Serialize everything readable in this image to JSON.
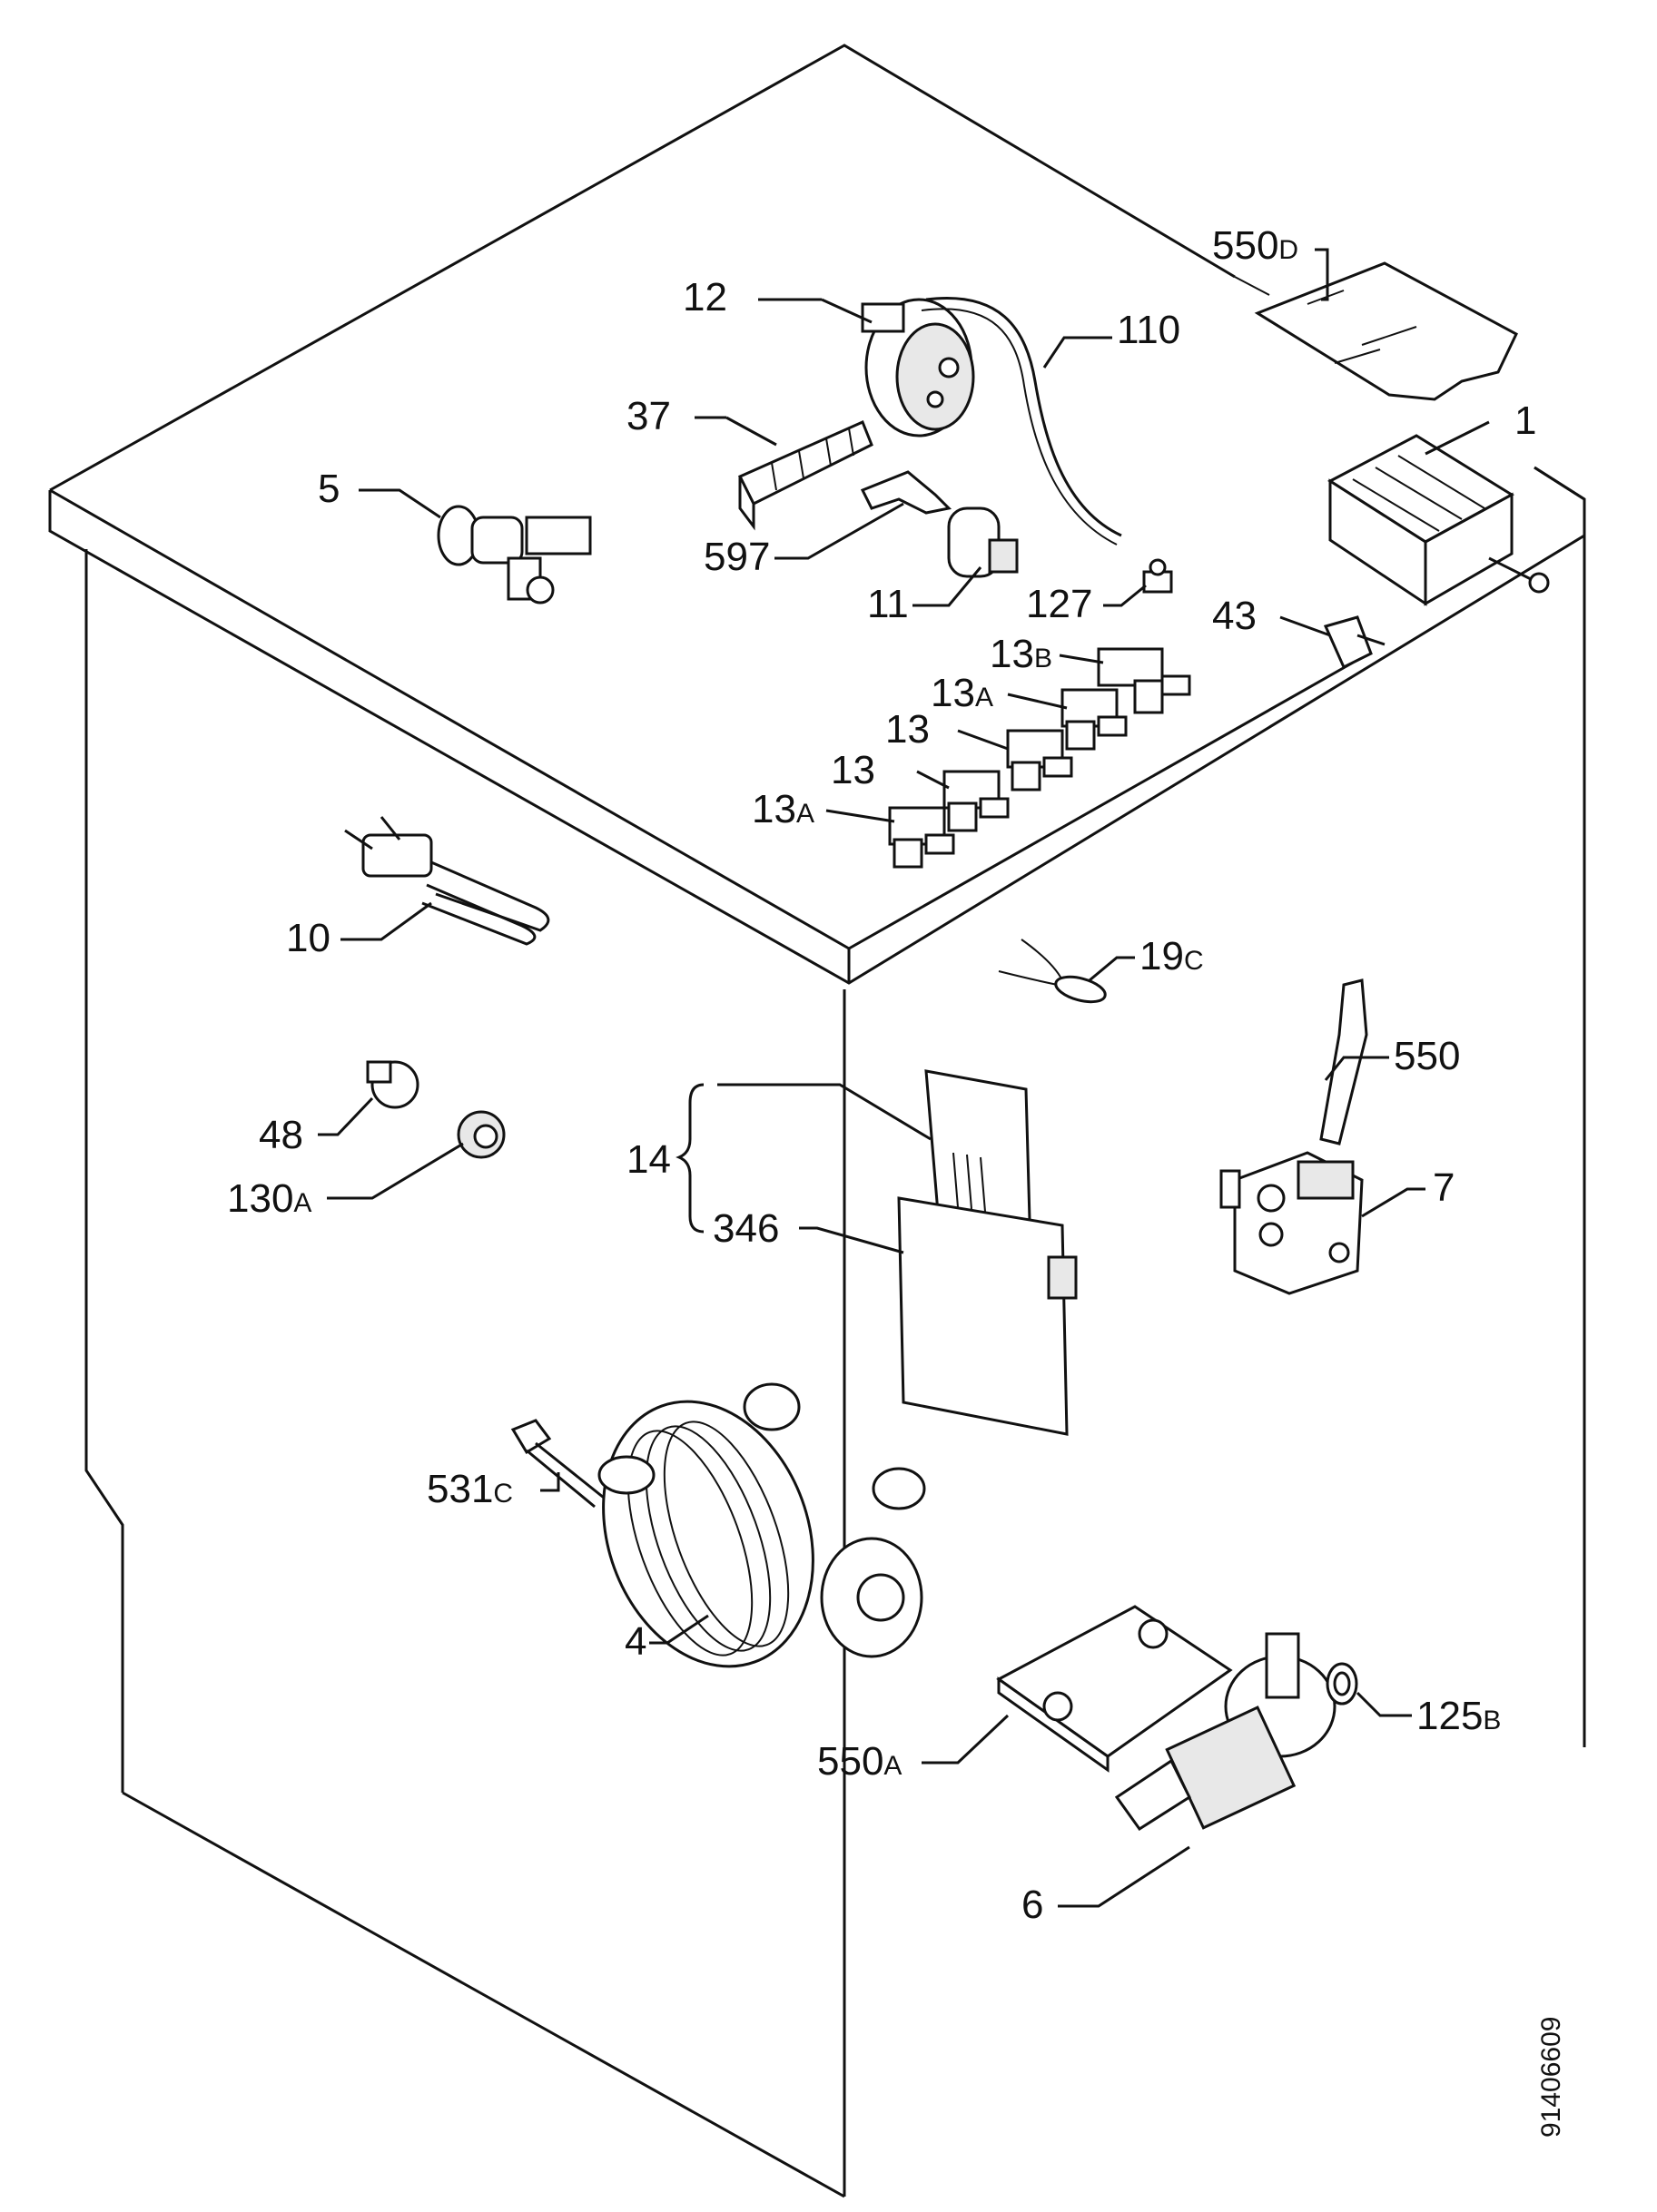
{
  "labels": {
    "l550D": {
      "main": "550",
      "suffix": "D"
    },
    "l12": {
      "main": "12"
    },
    "l110": {
      "main": "110"
    },
    "l37": {
      "main": "37"
    },
    "l1": {
      "main": "1"
    },
    "l5": {
      "main": "5"
    },
    "l597": {
      "main": "597"
    },
    "l11": {
      "main": "11"
    },
    "l127": {
      "main": "127"
    },
    "l43": {
      "main": "43"
    },
    "l13B": {
      "main": "13",
      "suffix": "B"
    },
    "l13A1": {
      "main": "13",
      "suffix": "A"
    },
    "l13a": {
      "main": "13"
    },
    "l13b": {
      "main": "13"
    },
    "l13A2": {
      "main": "13",
      "suffix": "A"
    },
    "l10": {
      "main": "10"
    },
    "l19C": {
      "main": "19",
      "suffix": "C"
    },
    "l550": {
      "main": "550"
    },
    "l14": {
      "main": "14"
    },
    "l48": {
      "main": "48"
    },
    "l130A": {
      "main": "130",
      "suffix": "A"
    },
    "l7": {
      "main": "7"
    },
    "l346": {
      "main": "346"
    },
    "l531C": {
      "main": "531",
      "suffix": "C"
    },
    "l4": {
      "main": "4"
    },
    "l125B": {
      "main": "125",
      "suffix": "B"
    },
    "l550A": {
      "main": "550",
      "suffix": "A"
    },
    "l6": {
      "main": "6"
    }
  },
  "drawing_number": "91406609",
  "colors": {
    "ink": "#111111",
    "paper": "#ffffff"
  }
}
